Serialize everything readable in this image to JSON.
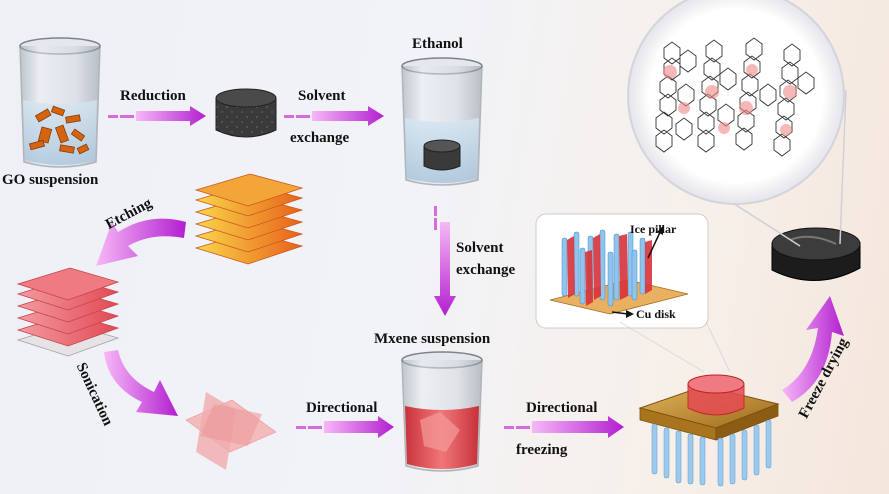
{
  "labels": {
    "go_suspension": "GO suspension",
    "reduction": "Reduction",
    "solvent_1": "Solvent",
    "exchange_1": "exchange",
    "ethanol": "Ethanol",
    "etching": "Etching",
    "solvent_2": "Solvent",
    "exchange_2": "exchange",
    "ice_pillar": "Ice pillar",
    "cu_disk": "Cu disk",
    "mxene_suspension": "Mxene suspension",
    "sonication": "Sonication",
    "directional_1": "Directional",
    "directional_2": "Directional",
    "freezing": "freezing",
    "freeze_drying": "Freeze drying"
  },
  "colors": {
    "arrow_start": "#f08cf0",
    "arrow_end": "#b020c8",
    "mxene_red": "#e84a4a",
    "go_orange": "#d86a10",
    "copper": "#b8860b",
    "ice_blue": "#8fc4ee",
    "aerogel": "#222222"
  }
}
